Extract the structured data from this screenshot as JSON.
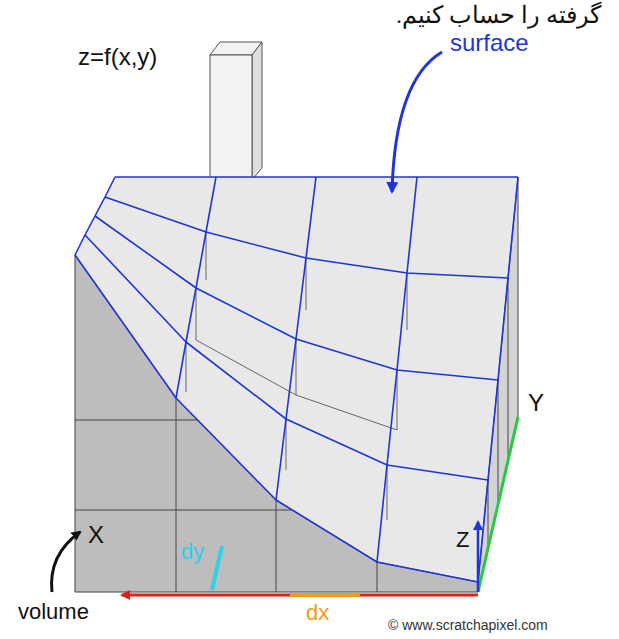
{
  "diagram": {
    "labels": [
      "گرفته را حساب کنیم.",
      "z=f(x,y)",
      "surface",
      "volume",
      "X",
      "Y",
      "Z",
      "dy",
      "dx",
      "© www.scratchapixel.com"
    ]
  }
}
